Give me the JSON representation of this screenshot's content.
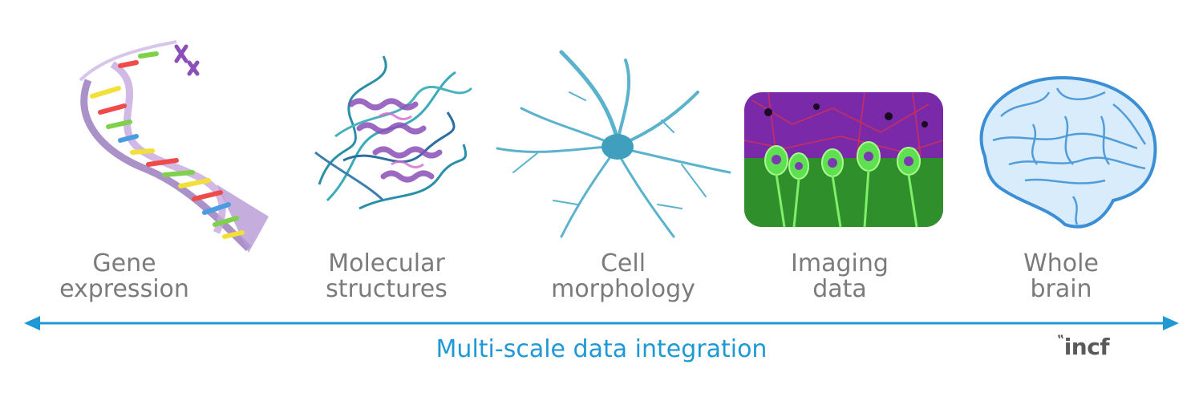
{
  "panels": [
    {
      "line1": "Gene",
      "line2": "expression",
      "icon": "dna-helix-icon"
    },
    {
      "line1": "Molecular",
      "line2": "structures",
      "icon": "protein-structure-icon"
    },
    {
      "line1": "Cell",
      "line2": "morphology",
      "icon": "neuron-icon"
    },
    {
      "line1": "Imaging",
      "line2": "data",
      "icon": "microscopy-image-icon"
    },
    {
      "line1": "Whole",
      "line2": "brain",
      "icon": "brain-icon"
    }
  ],
  "axis": {
    "label": "Multi-scale data integration",
    "color": "#1f98d6"
  },
  "logo": {
    "text": "incf"
  },
  "colors": {
    "caption": "#7b7b7b",
    "brain": "#3a8fd6",
    "neuron": "#4aa8c4",
    "imaging_bg": "#7a2aa8",
    "imaging_cells": "#3ec83a"
  }
}
